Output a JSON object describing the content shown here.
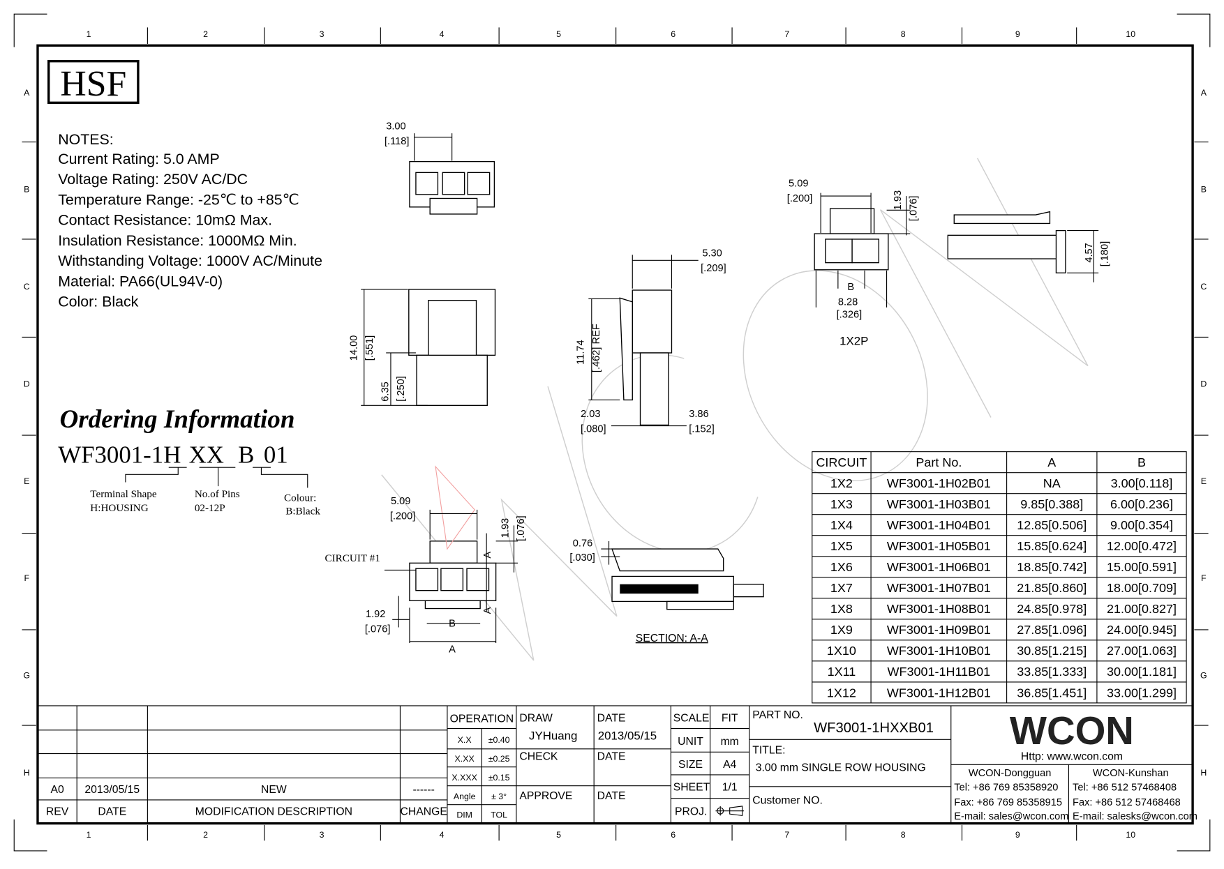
{
  "frame": {
    "columns": [
      "1",
      "2",
      "3",
      "4",
      "5",
      "6",
      "7",
      "8",
      "9",
      "10"
    ],
    "rows": [
      "A",
      "B",
      "C",
      "D",
      "E",
      "F",
      "G",
      "H"
    ]
  },
  "logo_hsf": "HSF",
  "watermark": "WCON",
  "notes": {
    "title": "NOTES:",
    "lines": [
      "Current Rating: 5.0 AMP",
      "Voltage Rating: 250V AC/DC",
      "Temperature Range: -25℃ to +85℃",
      "Contact Resistance: 10mΩ Max.",
      "Insulation Resistance: 1000MΩ Min.",
      "Withstanding Voltage: 1000V AC/Minute",
      "Material: PA66(UL94V-0)",
      "Color: Black"
    ]
  },
  "ordering": {
    "title": "Ordering Information",
    "code": {
      "prefix": "WF3001-1",
      "h": "H",
      "xx": "XX",
      "b": "B",
      "suffix": "01"
    },
    "labels": [
      {
        "l1": "Terminal Shape",
        "l2": "H:HOUSING"
      },
      {
        "l1": "No.of Pins",
        "l2": "02-12P"
      },
      {
        "l1": "Colour:",
        "l2": "B:Black"
      }
    ]
  },
  "dims": {
    "top_pitch": "3.00",
    "top_pitch_in": "[.118]",
    "height": "14.00",
    "height_in": "[.551]",
    "h2": "6.35",
    "h2_in": "[.250]",
    "side_w": "5.30",
    "side_w_in": "[.209]",
    "side_h": "11.74",
    "side_h_in": "[.462] REF",
    "side_a": "2.03",
    "side_a_in": "[.080]",
    "side_b": "3.86",
    "side_b_in": "[.152]",
    "p2_w": "5.09",
    "p2_w_in": "[.200]",
    "p2_h": "1.93",
    "p2_h_in": "[.076]",
    "p2_len": "8.28",
    "p2_len_in": "[.326]",
    "p2_b": "B",
    "p2_label": "1X2P",
    "p2_side": "4.57",
    "p2_side_in": "[.180]",
    "f_w": "5.09",
    "f_w_in": "[.200]",
    "f_h": "1.93",
    "f_h_in": "[.076]",
    "circuit1": "CIRCUIT #1",
    "f_bot": "1.92",
    "f_bot_in": "[.076]",
    "f_b": "B",
    "f_a": "A",
    "sec_a": "A",
    "sec_t": "0.76",
    "sec_t_in": "[.030]",
    "section": "SECTION: A-A"
  },
  "table": {
    "headers": [
      "CIRCUIT",
      "Part No.",
      "A",
      "B"
    ],
    "rows": [
      [
        "1X2",
        "WF3001-1H02B01",
        "NA",
        "3.00[0.118]"
      ],
      [
        "1X3",
        "WF3001-1H03B01",
        "9.85[0.388]",
        "6.00[0.236]"
      ],
      [
        "1X4",
        "WF3001-1H04B01",
        "12.85[0.506]",
        "9.00[0.354]"
      ],
      [
        "1X5",
        "WF3001-1H05B01",
        "15.85[0.624]",
        "12.00[0.472]"
      ],
      [
        "1X6",
        "WF3001-1H06B01",
        "18.85[0.742]",
        "15.00[0.591]"
      ],
      [
        "1X7",
        "WF3001-1H07B01",
        "21.85[0.860]",
        "18.00[0.709]"
      ],
      [
        "1X8",
        "WF3001-1H08B01",
        "24.85[0.978]",
        "21.00[0.827]"
      ],
      [
        "1X9",
        "WF3001-1H09B01",
        "27.85[1.096]",
        "24.00[0.945]"
      ],
      [
        "1X10",
        "WF3001-1H10B01",
        "30.85[1.215]",
        "27.00[1.063]"
      ],
      [
        "1X11",
        "WF3001-1H11B01",
        "33.85[1.333]",
        "30.00[1.181]"
      ],
      [
        "1X12",
        "WF3001-1H12B01",
        "36.85[1.451]",
        "33.00[1.299]"
      ]
    ]
  },
  "title_block": {
    "rev": {
      "rev": "A0",
      "date": "2013/05/15",
      "desc": "NEW",
      "change": "------"
    },
    "rev_headers": [
      "REV",
      "DATE",
      "MODIFICATION DESCRIPTION",
      "CHANGE"
    ],
    "operation": "OPERATION",
    "tol": [
      [
        "X.X",
        "±0.40"
      ],
      [
        "X.XX",
        "±0.25"
      ],
      [
        "X.XXX",
        "±0.15"
      ],
      [
        "Angle",
        "± 3°"
      ],
      [
        "DIM",
        "TOL"
      ]
    ],
    "draw": "DRAW",
    "drawer": "JYHuang",
    "date_label": "DATE",
    "draw_date": "2013/05/15",
    "check": "CHECK",
    "approve": "APPROVE",
    "scale": [
      "SCALE",
      "FIT"
    ],
    "unit": [
      "UNIT",
      "mm"
    ],
    "size": [
      "SIZE",
      "A4"
    ],
    "sheet": [
      "SHEET",
      "1/1"
    ],
    "proj": "PROJ.",
    "part_no_label": "PART NO.",
    "part_no": "WF3001-1HXXB01",
    "title_label": "TITLE:",
    "title": "3.00 mm SINGLE ROW HOUSING",
    "customer_label": "Customer NO.",
    "company_logo": "WCON",
    "website": "Http: www.wcon.com",
    "offices": [
      {
        "name": "WCON-Dongguan",
        "tel": "Tel: +86 769 85358920",
        "fax": "Fax: +86 769 85358915",
        "email": "E-mail: sales@wcon.com"
      },
      {
        "name": "WCON-Kunshan",
        "tel": "Tel: +86 512 57468408",
        "fax": "Fax: +86 512 57468468",
        "email": "E-mail: salesks@wcon.com"
      }
    ]
  }
}
